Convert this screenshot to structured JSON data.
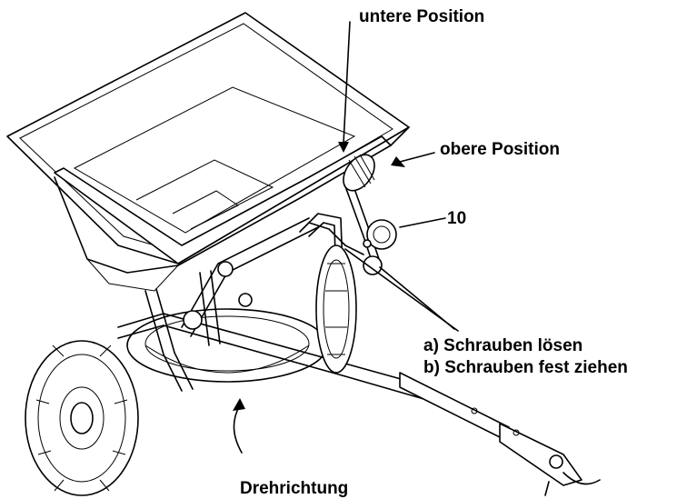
{
  "labels": {
    "lower_position": "untere Position",
    "upper_position": "obere Position",
    "part_number": "10",
    "step_a": "a) Schrauben lösen",
    "step_b": "b) Schrauben fest ziehen",
    "rotation_direction": "Drehrichtung"
  },
  "colors": {
    "line": "#000000",
    "background": "#ffffff"
  }
}
